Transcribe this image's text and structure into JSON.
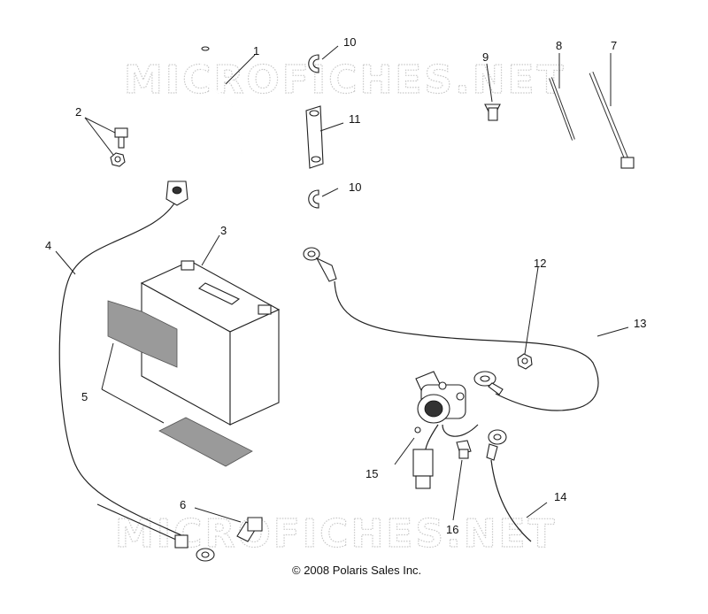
{
  "watermark": "MICROFICHES.NET",
  "copyright": "© 2008 Polaris Sales Inc.",
  "callouts": {
    "p1": "1",
    "p2": "2",
    "p3": "3",
    "p4": "4",
    "p5": "5",
    "p6": "6",
    "p7": "7",
    "p8": "8",
    "p9": "9",
    "p10a": "10",
    "p10b": "10",
    "p11": "11",
    "p12": "12",
    "p13": "13",
    "p14": "14",
    "p15": "15",
    "p16": "16"
  }
}
